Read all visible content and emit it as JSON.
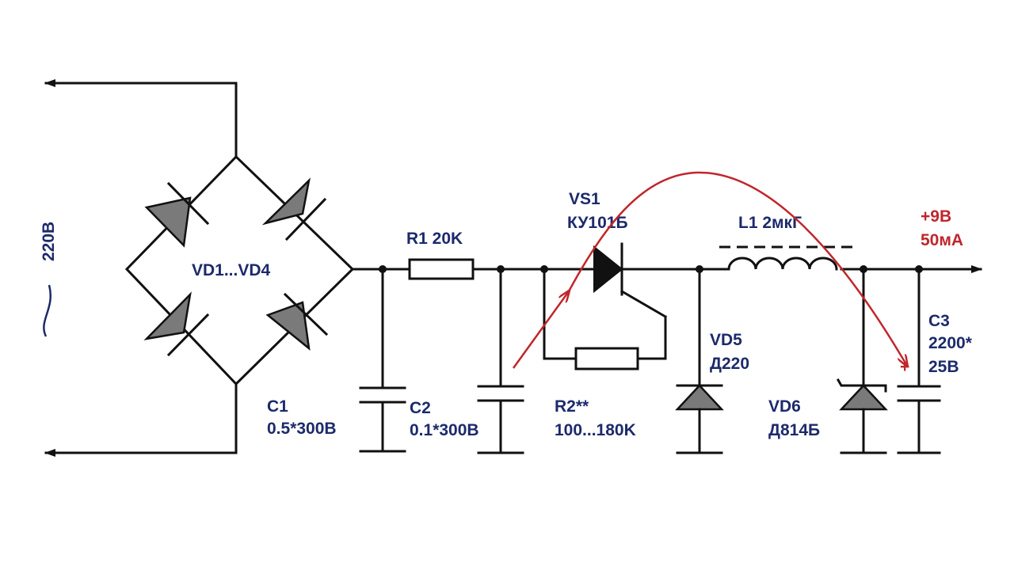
{
  "source": {
    "label": "220В",
    "symbol": "~"
  },
  "bridge": {
    "label": "VD1...VD4"
  },
  "components": {
    "r1": "R1 20K",
    "vs1_name": "VS1",
    "vs1_type": "КУ101Б",
    "l1": "L1 2мкГ",
    "c1_name": "C1",
    "c1_value": "0.5*300В",
    "c2_name": "C2",
    "c2_value": "0.1*300В",
    "r2_name": "R2**",
    "r2_value": "100...180K",
    "vd5_name": "VD5",
    "vd5_type": "Д220",
    "vd6_name": "VD6",
    "vd6_type": "Д814Б",
    "c3_name": "C3",
    "c3_value": "2200*",
    "c3_voltage": "25В",
    "c3_polarity": "+"
  },
  "output": {
    "voltage": "+9В",
    "current": "50мА"
  },
  "colors": {
    "wire": "#111111",
    "label": "#1c2a6b",
    "accent": "#c0262c",
    "diode_fill": "#7a7a7a"
  }
}
